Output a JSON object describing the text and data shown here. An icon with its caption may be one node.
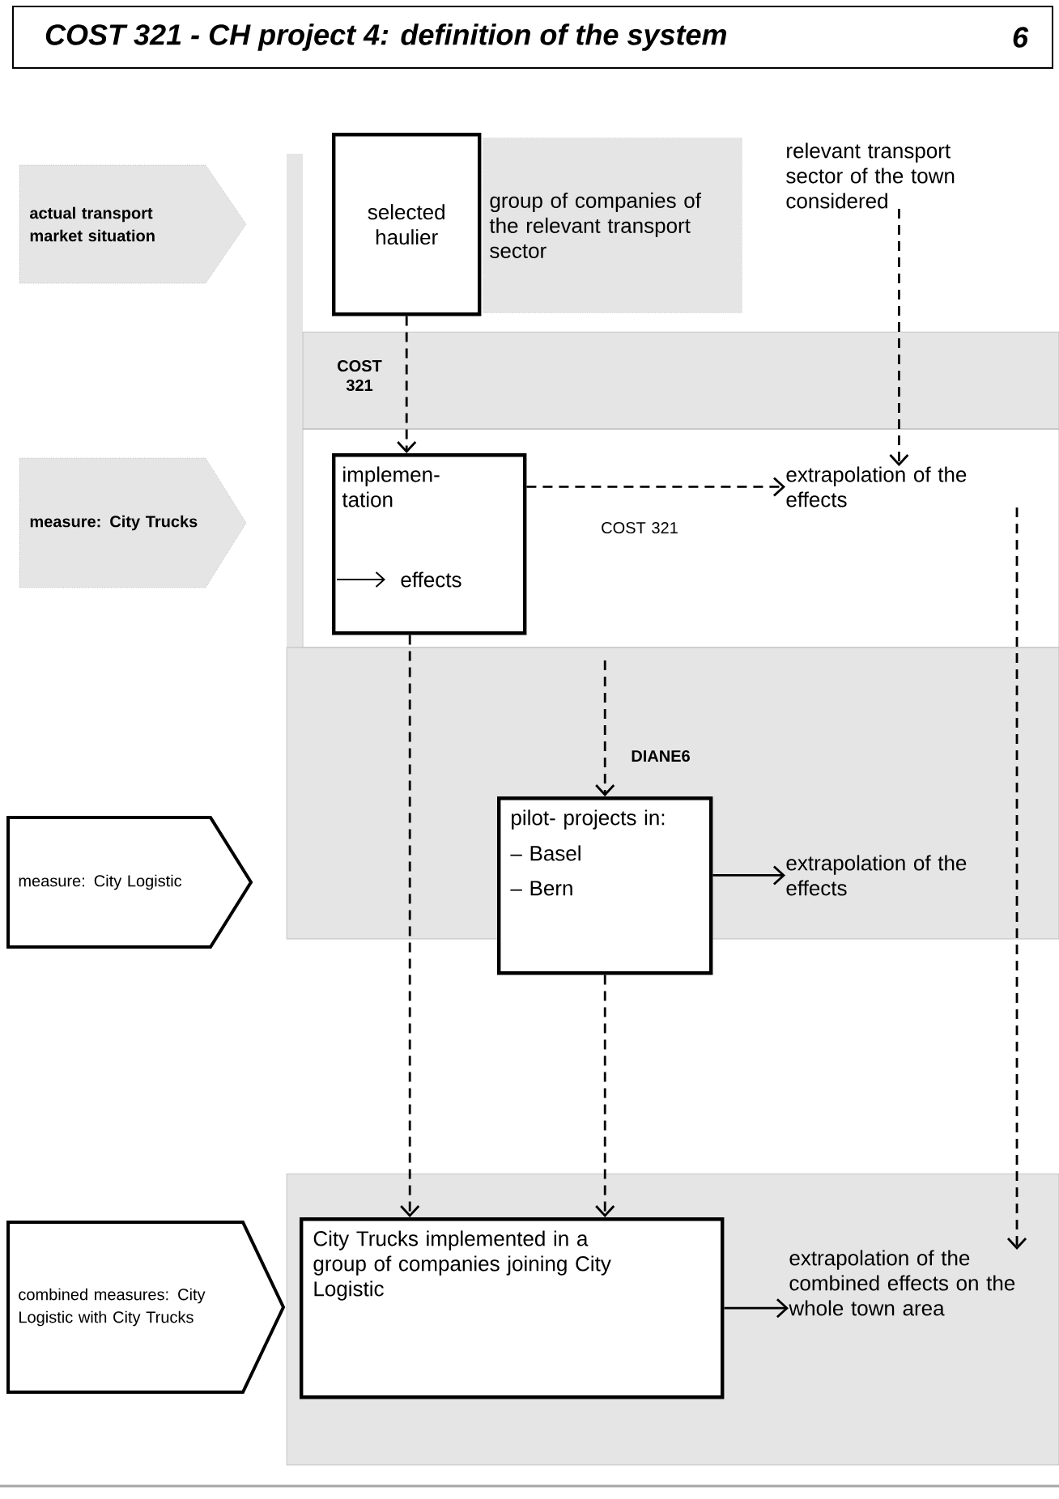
{
  "diagram": {
    "title": "COST 321 - CH project 4: definition of the system",
    "nodes": [
      {
        "text": [
          "actual transport market situation"
        ]
      },
      {
        "text": [
          "measure: City Trucks"
        ]
      },
      {
        "text": [
          "measure: City Logistic"
        ]
      },
      {
        "text": [
          "combined measures: City Logistic with City Trucks"
        ]
      },
      {
        "text": [
          "selected haulier"
        ]
      },
      {
        "text": [
          "group of companies of the relevant transport sector"
        ]
      },
      {
        "text": [
          "relevant transport sector of the town considered"
        ]
      },
      {
        "text": [
          "implemen- tation",
          "effects"
        ]
      },
      {
        "text": [
          "extrapolation of the effects"
        ]
      },
      {
        "text": [
          "pilot- projects in:",
          "– Basel",
          "– Bern"
        ]
      },
      {
        "text": [
          "extrapolation of the effects"
        ]
      },
      {
        "text": [
          "City Trucks implemented in a group of companies joining City Logistic"
        ]
      },
      {
        "text": [
          "extrapolation of the combined effects on the whole town area"
        ]
      }
    ],
    "edges": [
      {
        "from": 4,
        "to": 7,
        "arrow": "to",
        "style": "dashed",
        "label": "COST 321"
      },
      {
        "from": 6,
        "to": 8,
        "arrow": "to",
        "style": "dashed"
      },
      {
        "from": 7,
        "to": 8,
        "arrow": "to",
        "style": "dashed",
        "label": "COST 321"
      },
      {
        "from": 7,
        "to": 11,
        "arrow": "to",
        "style": "dashed"
      },
      {
        "from": null,
        "to": 9,
        "arrow": "to",
        "style": "dashed",
        "label": "DIANE6"
      },
      {
        "from": 9,
        "to": 11,
        "arrow": "to",
        "style": "dashed"
      },
      {
        "from": 9,
        "to": 10,
        "arrow": "to"
      },
      {
        "from": 11,
        "to": 12,
        "arrow": "to"
      },
      {
        "from": 8,
        "to": 12,
        "arrow": "to",
        "style": "dashed"
      }
    ],
    "labels": [
      "6"
    ]
  }
}
